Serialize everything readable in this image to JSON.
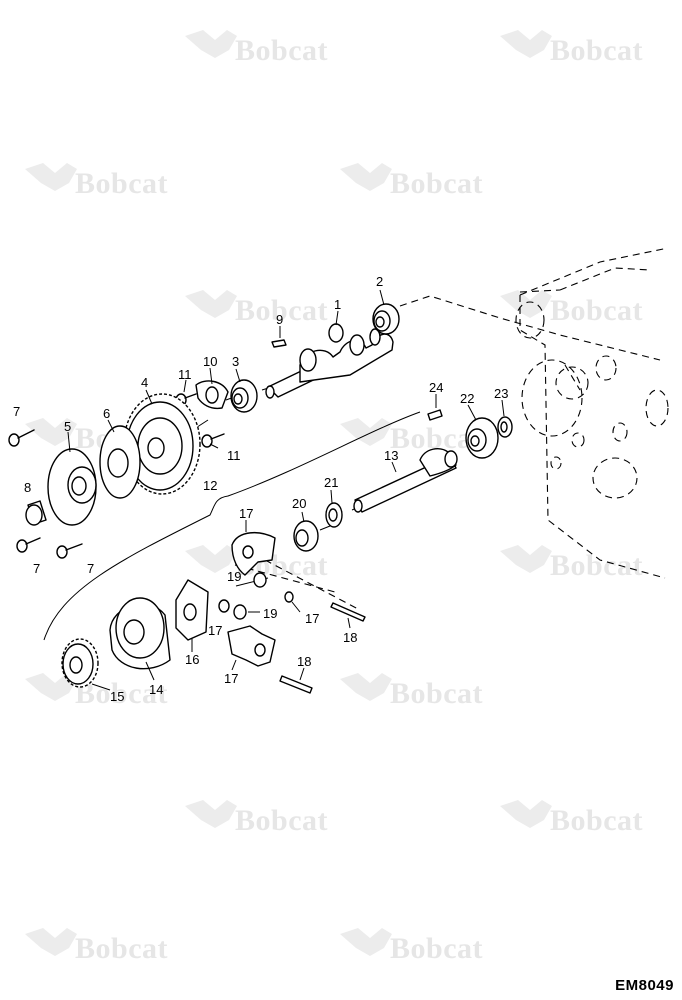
{
  "watermark": {
    "text": "Bobcat"
  },
  "drawing_code": "EM8049",
  "callouts": [
    {
      "id": "c1",
      "text": "1"
    },
    {
      "id": "c2",
      "text": "2"
    },
    {
      "id": "c3",
      "text": "3"
    },
    {
      "id": "c4",
      "text": "4"
    },
    {
      "id": "c5",
      "text": "5"
    },
    {
      "id": "c6",
      "text": "6"
    },
    {
      "id": "c7a",
      "text": "7"
    },
    {
      "id": "c7b",
      "text": "7"
    },
    {
      "id": "c7c",
      "text": "7"
    },
    {
      "id": "c8",
      "text": "8"
    },
    {
      "id": "c9",
      "text": "9"
    },
    {
      "id": "c10",
      "text": "10"
    },
    {
      "id": "c11a",
      "text": "11"
    },
    {
      "id": "c11b",
      "text": "11"
    },
    {
      "id": "c12",
      "text": "12"
    },
    {
      "id": "c13",
      "text": "13"
    },
    {
      "id": "c14",
      "text": "14"
    },
    {
      "id": "c15",
      "text": "15"
    },
    {
      "id": "c16",
      "text": "16"
    },
    {
      "id": "c17a",
      "text": "17"
    },
    {
      "id": "c17b",
      "text": "17"
    },
    {
      "id": "c17c",
      "text": "17"
    },
    {
      "id": "c17d",
      "text": "17"
    },
    {
      "id": "c18a",
      "text": "18"
    },
    {
      "id": "c18b",
      "text": "18"
    },
    {
      "id": "c19a",
      "text": "19"
    },
    {
      "id": "c19b",
      "text": "19"
    },
    {
      "id": "c20",
      "text": "20"
    },
    {
      "id": "c21",
      "text": "21"
    },
    {
      "id": "c22",
      "text": "22"
    },
    {
      "id": "c23",
      "text": "23"
    },
    {
      "id": "c24",
      "text": "24"
    }
  ]
}
